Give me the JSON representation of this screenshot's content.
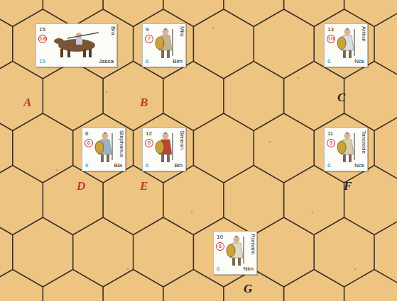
{
  "diagram": {
    "nodes": [
      {
        "text": [
          "15",
          "18",
          "15",
          "Jasca",
          "Bra"
        ]
      },
      {
        "text": [
          "9",
          "7",
          "6",
          "Bim",
          "Milo"
        ]
      },
      {
        "text": [
          "13",
          "10",
          "6",
          "Nck",
          "Arthur"
        ]
      },
      {
        "text": [
          "6",
          "6",
          "6",
          "Bla",
          "Stephanus"
        ]
      },
      {
        "text": [
          "12",
          "6",
          "6",
          "Bih",
          "Simeon"
        ]
      },
      {
        "text": [
          "11",
          "3",
          "6",
          "Nck",
          "Tancrede"
        ]
      },
      {
        "text": [
          "10",
          "6",
          "6",
          "Nim",
          "Romaric"
        ]
      }
    ],
    "labels": [
      "A",
      "B",
      "C",
      "D",
      "E",
      "F",
      "G"
    ]
  }
}
